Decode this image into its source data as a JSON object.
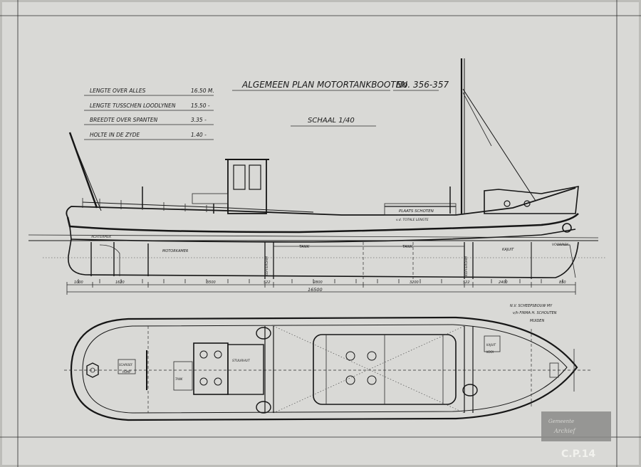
{
  "title": "ALGEMEEN PLAN MOTORTANKBOOTEN",
  "number": "No. 356-357",
  "scale": "SCHAAL 1/40",
  "specs": [
    {
      "label": "LENGTE OVER ALLES",
      "value": "16.50 M."
    },
    {
      "label": "LENGTE TUSSCHEN LOODLYNEN",
      "value": "15.50 -"
    },
    {
      "label": "BREEDTE OVER SPANTEN",
      "value": "3.35 -"
    },
    {
      "label": "HOLTE IN DE ZYDE",
      "value": "1.40 -"
    }
  ],
  "profile_labels": {
    "tank_1": "TANK",
    "tank_2": "TANK",
    "kajuit": "KAJUIT",
    "voorpiek": "VOORPIEK",
    "achterpiek": "ACHTERPIEK",
    "motorkamer": "MOTORKAMER",
    "kofferdam_1": "KOFFERDAM",
    "kofferdam_2": "KOFFERDAM",
    "plaats_schoten": "PLAATS SCHOTEN",
    "plaats_sub": "v.d. TOTALE LENGTE"
  },
  "dimensions": {
    "d1": "1000",
    "d2": "1620",
    "d3": "3500",
    "d4": "522",
    "d5": "2800",
    "d6": "3200",
    "d7": "522",
    "d8": "2400",
    "d9": "850",
    "total": "16500"
  },
  "builder": [
    "N.V. SCHEEPSBOUW MY",
    "v/h FIRMA H. SCHOUTEN",
    "MUIDEN"
  ],
  "plan_labels": {
    "stuurhut": "STUURHUT",
    "kajuit": "KAJUIT",
    "kooi": "KOOI",
    "schroef": "SCHROEF",
    "pomp": "POMP",
    "tank": "TANK"
  },
  "stamp": [
    "Gemeente",
    "Archief"
  ],
  "corner_code": "C.P.14",
  "colors": {
    "paper": "#d9d9d6",
    "ink": "#161616",
    "stamp": "#8a8a88"
  }
}
